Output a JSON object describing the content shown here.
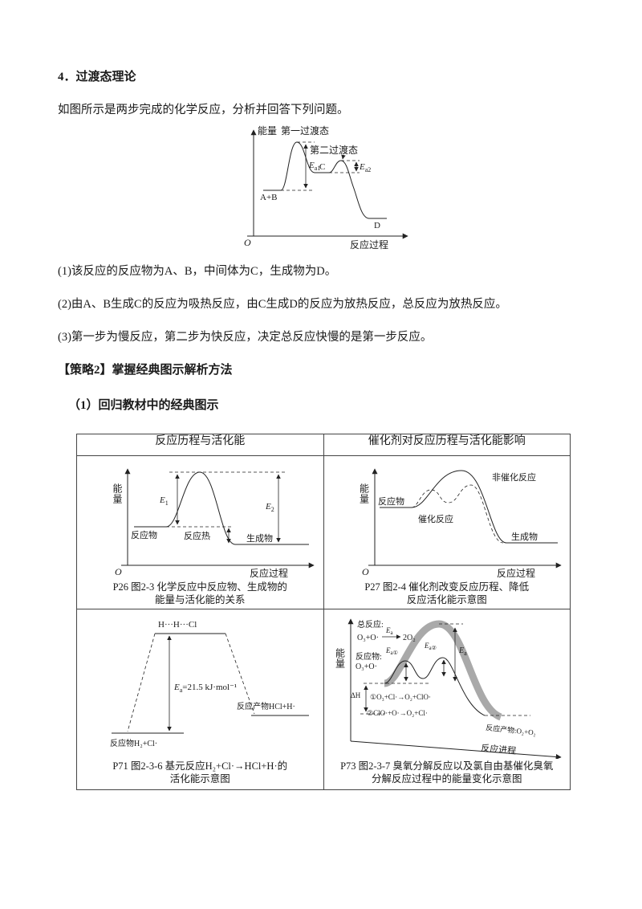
{
  "doc": {
    "section_title": "4．过渡态理论",
    "intro": "如图所示是两步完成的化学反应，分析并回答下列问题。",
    "answers": [
      "(1)该反应的反应物为A、B，中间体为C，生成物为D。",
      "(2)由A、B生成C的反应为吸热反应，由C生成D的反应为放热反应，总反应为放热反应。",
      "(3)第一步为慢反应，第二步为快反应，决定总反应快慢的是第一步反应。"
    ],
    "strategy_title": "【策略2】掌握经典图示解析方法",
    "subsection_title": "（1）回归教材中的经典图示"
  },
  "main_diagram": {
    "y_axis": "能量",
    "x_axis": "反应过程",
    "origin": "O",
    "ts1": "第一过渡态",
    "ts2": "第二过渡态",
    "ea1_main": "E",
    "ea1_sub": "a1",
    "ea2_main": "E",
    "ea2_sub": "a2",
    "reactants": "A+B",
    "intermediate": "C",
    "product": "D"
  },
  "table": {
    "header_left": "反应历程与活化能",
    "header_right": "催化剂对反应历程与活化能影响",
    "cell1": {
      "y_axis": "能量",
      "x_axis": "反应过程",
      "origin": "O",
      "e1_main": "E",
      "e1_sub": "1",
      "e2_main": "E",
      "e2_sub": "2",
      "reactant": "反应物",
      "heat": "反应热",
      "product": "生成物",
      "caption1": "P26 图2-3 化学反应中反应物、生成物的",
      "caption2": "能量与活化能的关系"
    },
    "cell2": {
      "y_axis": "能量",
      "x_axis": "反应过程",
      "origin": "O",
      "uncatalyzed": "非催化反应",
      "catalyzed": "催化反应",
      "reactant": "反应物",
      "product": "生成物",
      "caption1": "P27 图2-4 催化剂改变反应历程、降低",
      "caption2": "反应活化能示意图"
    },
    "cell3": {
      "transition": "H···H···Cl",
      "ea_main": "E",
      "ea_sub": "a",
      "ea_rest": "=21.5 kJ·mol⁻¹",
      "product_label": "反应产物HCl+H·",
      "reactant_label": "反应物H₂+Cl·",
      "caption1": "P71 图2-3-6 基元反应H₂+Cl·→HCl+H·的",
      "caption2": "活化能示意图"
    },
    "cell4": {
      "y_axis": "能量",
      "x_axis": "反应进程",
      "total_label": "总反应:",
      "total_left": "O₃+O·",
      "total_ea_main": "E",
      "total_ea_sub": "a",
      "total_right": "2O₂",
      "big_ea_main": "E",
      "big_ea_sub": "a",
      "reactant_label": "反应物:",
      "reactant_formula": "O₃+O·",
      "delta_h": "ΔH",
      "step1": "①O₃+Cl·→O₂+ClO·",
      "step2": "②ClO·+O·→O₂+Cl·",
      "ea1_main": "E",
      "ea1_sub": "a①",
      "ea2_main": "E",
      "ea2_sub": "a②",
      "product_label": "反应产物:O₂+O₂",
      "caption1": "P73 图2-3-7 臭氧分解反应以及氯自由基催化臭氧",
      "caption2": "分解反应过程中的能量变化示意图"
    }
  }
}
